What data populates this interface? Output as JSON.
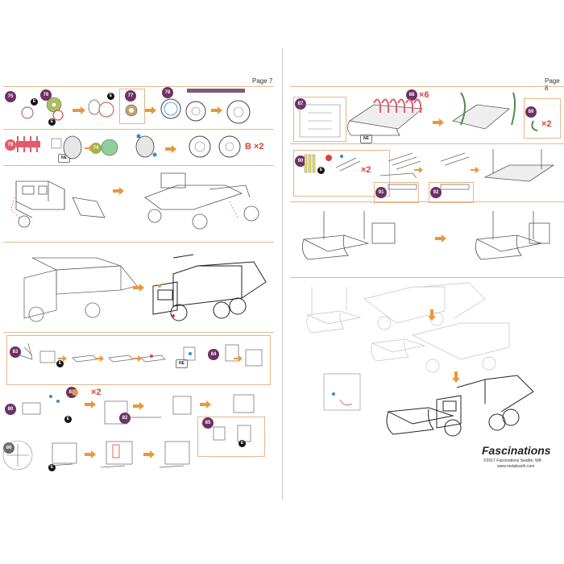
{
  "left_page": {
    "page_label": "Page 7",
    "steps": [
      "75",
      "76",
      "77",
      "78",
      "79",
      "74",
      "83",
      "84",
      "80",
      "81",
      "82",
      "85",
      "86"
    ],
    "multipliers": [
      "B ×2",
      "×2"
    ],
    "part_codes": [
      "E",
      "E",
      "E",
      "NE",
      "E",
      "NE",
      "E",
      "E",
      "E"
    ]
  },
  "right_page": {
    "page_label": "Page 8",
    "steps": [
      "87",
      "88",
      "89",
      "90",
      "91",
      "92"
    ],
    "multipliers": [
      "×6",
      "×2",
      "×2"
    ],
    "part_codes": [
      "NE",
      "E"
    ]
  },
  "brand": {
    "name": "Fascinations",
    "copyright": "©2017 Fascinations Seattle, WA",
    "website": "www.metalearth.com"
  },
  "colors": {
    "accent_orange": "#e8983a",
    "step_purple": "#6c3262",
    "red_parts": "#d6433a",
    "green_parts": "#7fb56f",
    "line_gray": "#9a9a9a"
  }
}
